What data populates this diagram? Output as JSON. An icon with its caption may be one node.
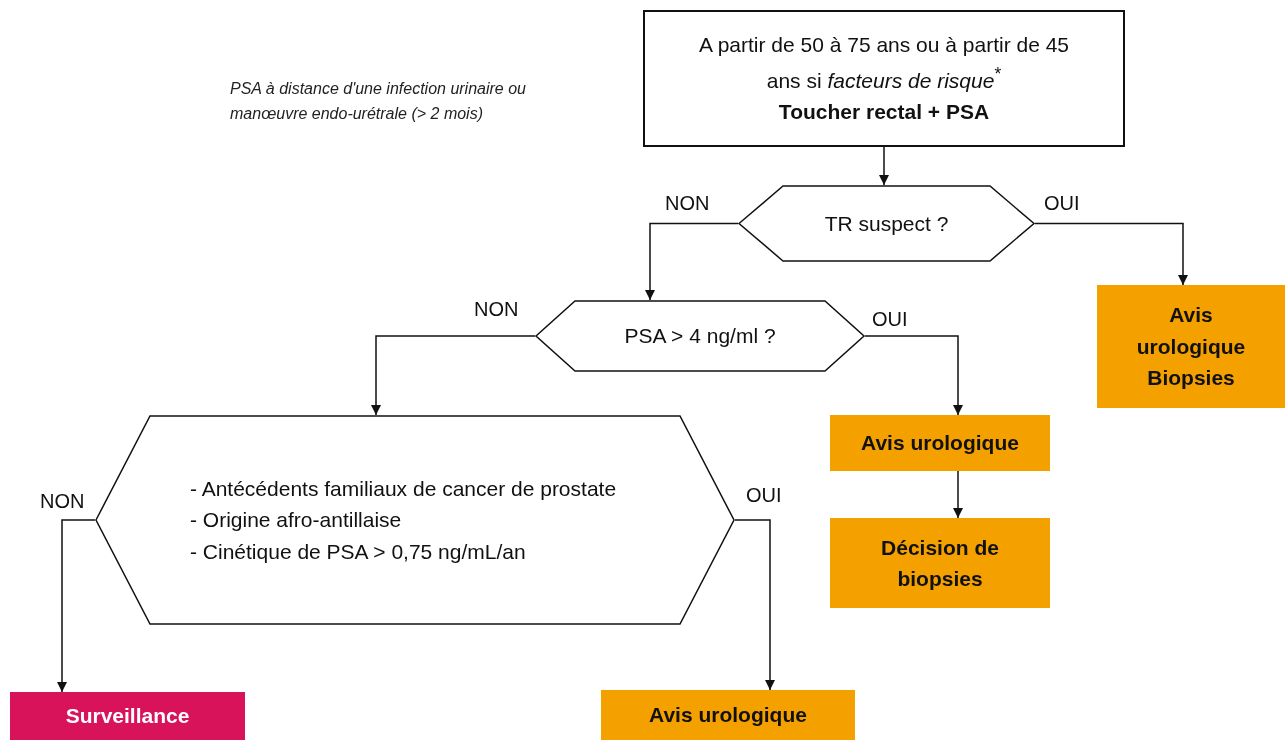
{
  "diagram": {
    "nodes": [
      {
        "text": [
          "A partir de 50 à 75 ans ou à partir de 45 ans si *facteurs de risque*$^{*}$",
          "Toucher rectal + PSA"
        ]
      },
      {
        "text": [
          "TR suspect ?"
        ]
      },
      {
        "text": [
          "PSA > 4 ng/ml ?"
        ]
      },
      {
        "text": [
          "Avis urologique Biopsies"
        ]
      },
      {
        "text": [
          "- Antécédents familiaux de cancer de prostate",
          "- Origine afro-antillaise",
          "- Cinétique de PSA > 0,75 ng/mL/an"
        ]
      },
      {
        "text": [
          "Avis urologique"
        ]
      },
      {
        "text": [
          "Décision de biopsies"
        ]
      },
      {
        "text": [
          "Surveillance"
        ]
      },
      {
        "text": [
          "Avis urologique"
        ]
      }
    ],
    "edges": [
      {
        "from": 0,
        "to": 1,
        "arrow": "to"
      },
      {
        "from": 1,
        "to": 2,
        "arrow": "to",
        "label": "NON"
      },
      {
        "from": 1,
        "to": 3,
        "arrow": "to",
        "label": "OUI"
      },
      {
        "from": 2,
        "to": 4,
        "arrow": "to",
        "label": "NON"
      },
      {
        "from": 2,
        "to": 5,
        "arrow": "to",
        "label": "OUI"
      },
      {
        "from": 5,
        "to": 6,
        "arrow": "to"
      },
      {
        "from": 4,
        "to": 7,
        "arrow": "to",
        "label": "NON"
      },
      {
        "from": 4,
        "to": 8,
        "arrow": "to",
        "label": "OUI"
      }
    ],
    "labels": [
      "PSA à distance d'une infection urinaire ou manœuvre endo-urétrale (> 2 mois)"
    ]
  }
}
